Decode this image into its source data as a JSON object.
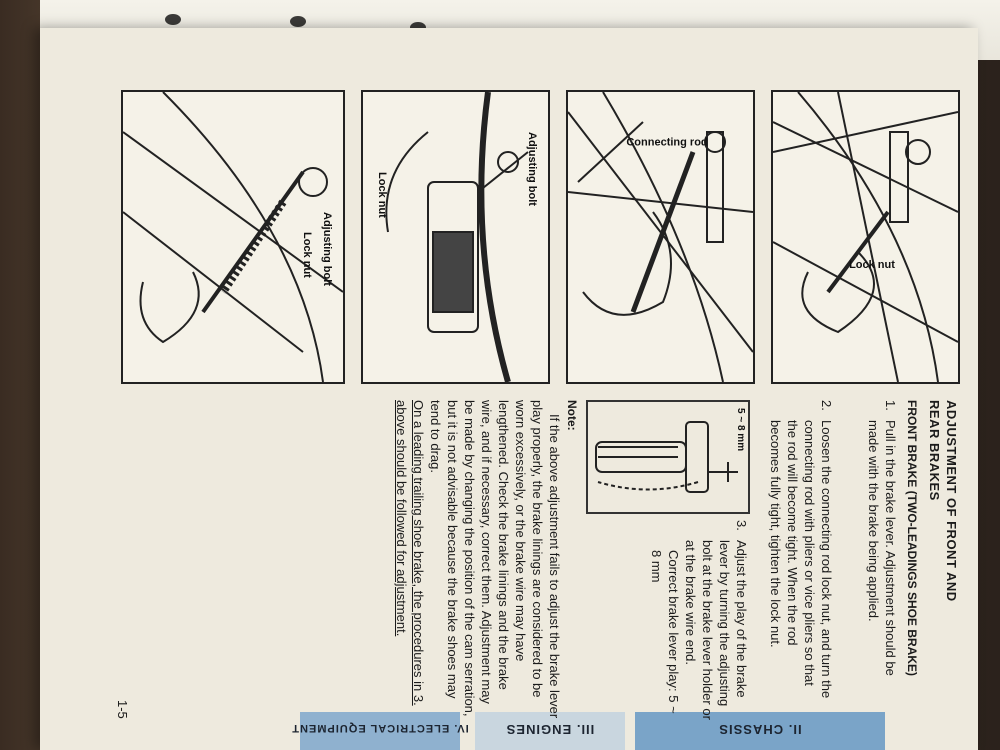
{
  "section": {
    "title_line1": "ADJUSTMENT OF FRONT AND",
    "title_line2": "REAR BRAKES",
    "subtitle": "FRONT BRAKE (TWO-LEADINGS SHOE BRAKE)"
  },
  "steps": [
    {
      "number": "1.",
      "text": "Pull in the brake lever. Adjustment should be made with the brake being applied."
    },
    {
      "number": "2.",
      "text": "Loosen the connecting rod lock nut, and turn the connecting rod with pliers or vice pliers so that the rod will become tight. When the rod becomes fully tight, tighten the lock nut."
    },
    {
      "number": "3.",
      "text": "Adjust the play of the brake lever by turning the adjusting bolt at the brake lever holder or at the brake wire end."
    }
  ],
  "play_spec": "Correct brake lever play: 5 ~ 8 mm",
  "note": {
    "label": "Note:",
    "text": "If the above adjustment fails to adjust the brake lever play properly, the brake linings are considered to be worn excessively, or the brake wire may have lengthened. Check the brake linings and the brake wire, and if necessary, correct them. Adjustment may be made by changing the position of the cam serration, but it is not advisable because the brake shoes may tend to drag.",
    "underlined": "On a leading trailing shoe brake, the procedures in 3. above should be followed for adjustment."
  },
  "figures": {
    "fig1_label": "Lock nut",
    "fig2_label": "Connecting rod",
    "fig3_label_a": "Adjusting bolt",
    "fig3_label_b": "Lock nut",
    "fig4_label_a": "Adjusting bolt",
    "fig4_label_b": "Lock nut",
    "lever_dim": "5 ~ 8 mm"
  },
  "page_number": "1-5",
  "tabs": [
    "II. CHASSIS",
    "III. ENGINES",
    "IV. ELECTRICAL EQUIPMENT"
  ],
  "colors": {
    "paper": "#eeeade",
    "ink": "#1b1b1b",
    "tab": "#6f9cc4"
  }
}
